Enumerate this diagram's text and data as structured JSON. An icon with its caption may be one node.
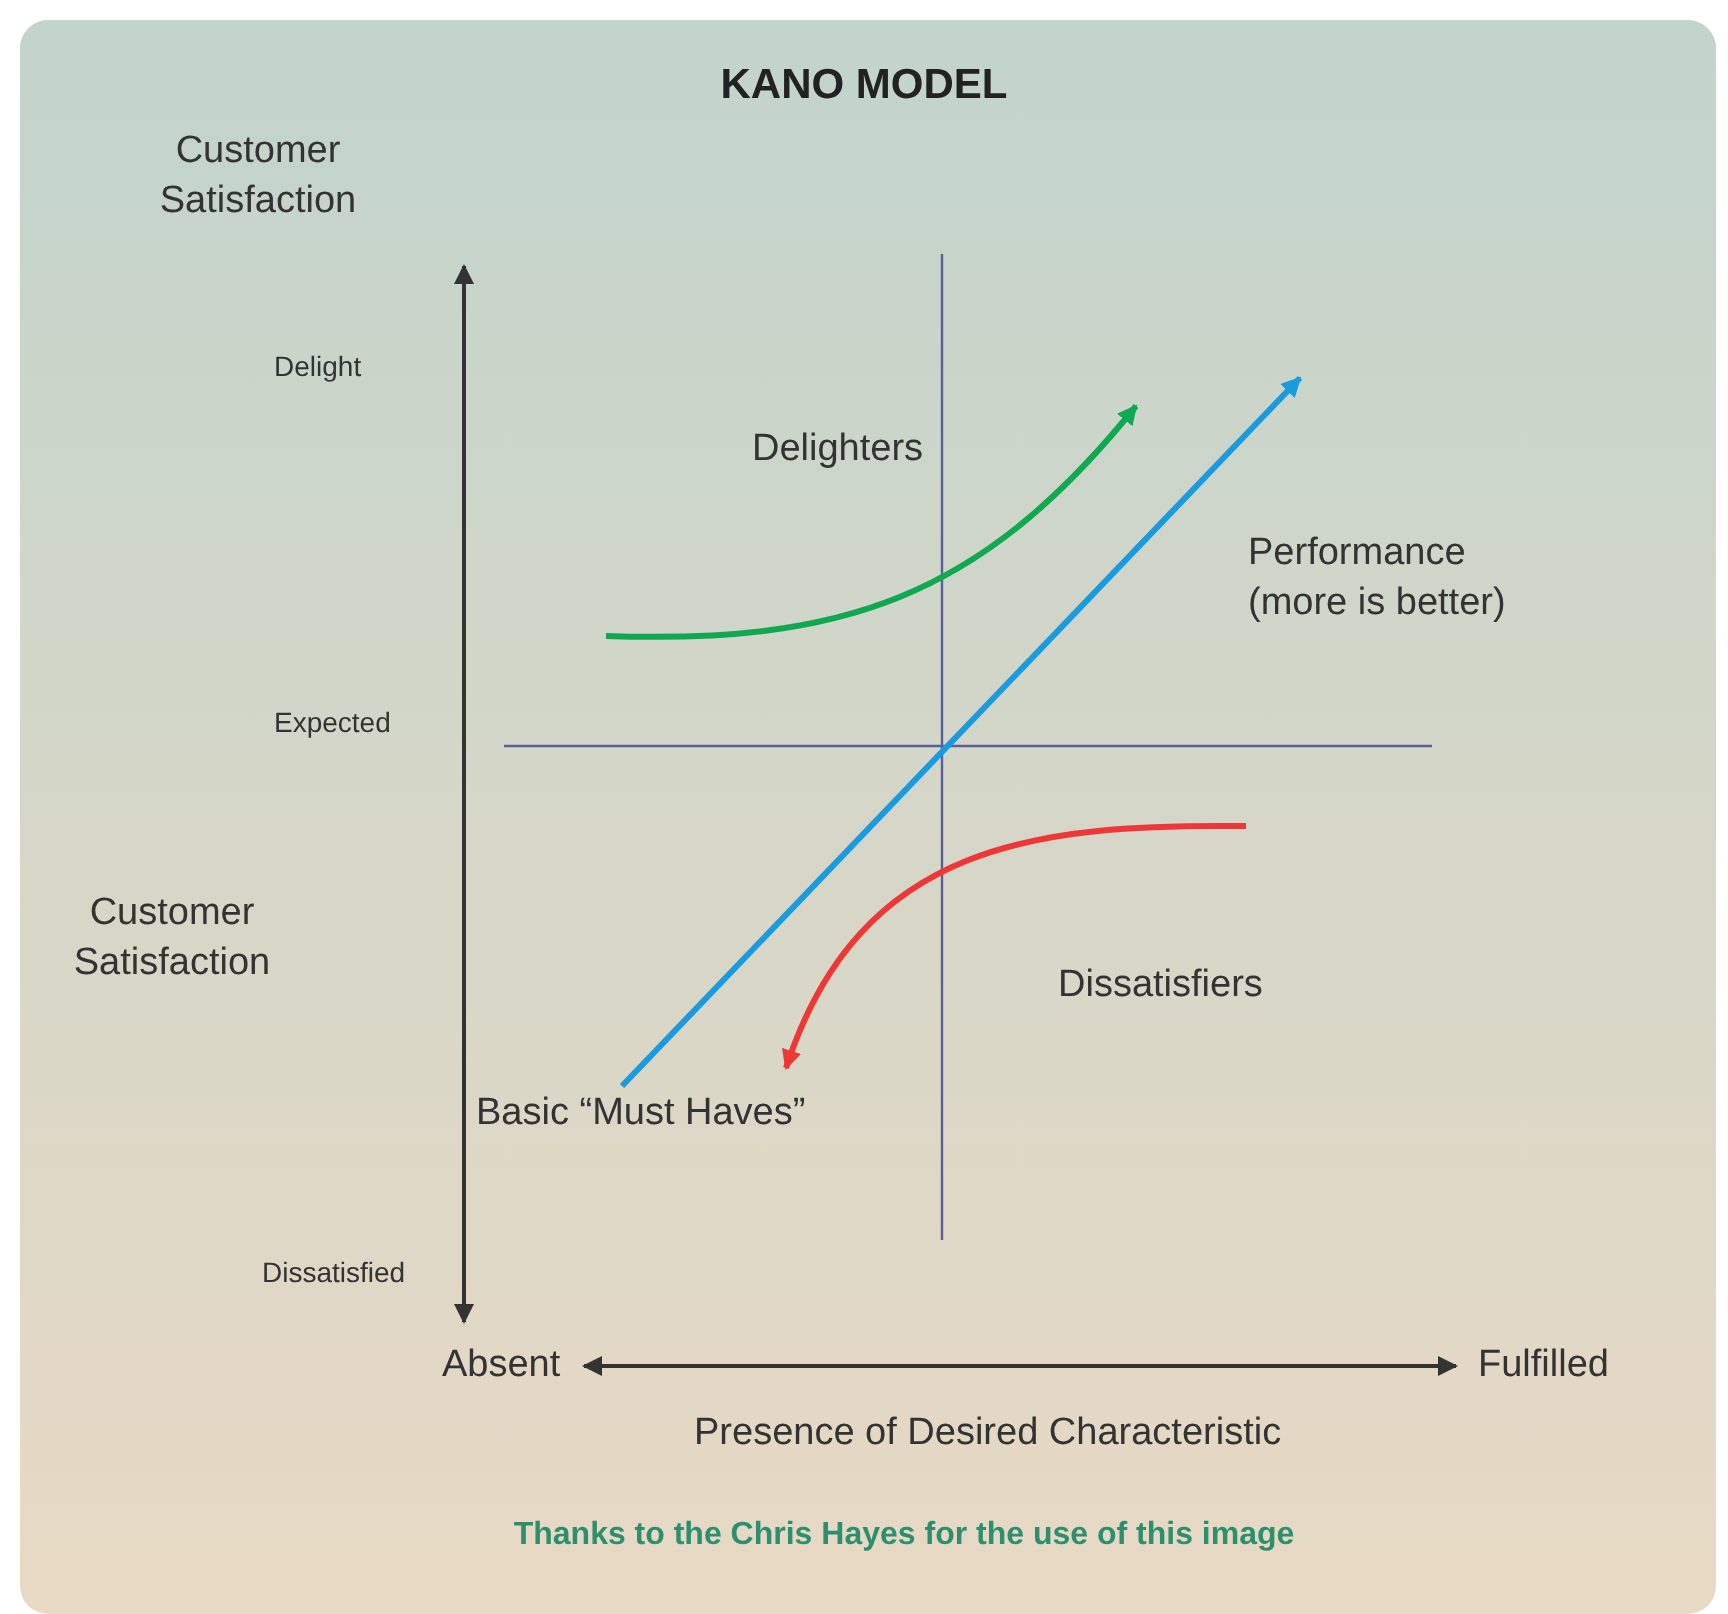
{
  "diagram": {
    "title": "KANO MODEL",
    "caption": "Thanks to the Chris Hayes for the use of this image",
    "labels": [
      "Customer Satisfaction",
      "Delight",
      "Delighters",
      "Performance (more is better)",
      "Expected",
      "Customer Satisfaction",
      "Dissatisfiers",
      "Basic “Must Haves”",
      "Dissatisfied",
      "Absent",
      "Fulfilled",
      "Presence of Desired Characteristic"
    ]
  }
}
